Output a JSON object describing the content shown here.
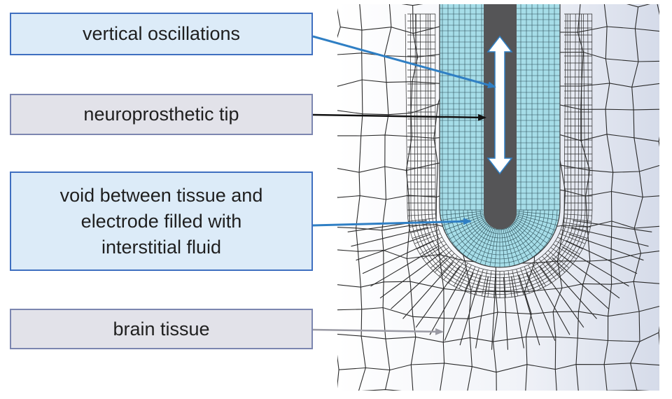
{
  "labels": {
    "oscillations": "vertical oscillations",
    "tip": "neuroprosthetic tip",
    "void": "void between tissue and\nelectrode filled with\ninterstitial fluid",
    "tissue": "brain tissue"
  },
  "colors": {
    "arrow_blue": "#2f7fc4",
    "arrow_black": "#111111",
    "arrow_grey": "#9a9aa4",
    "fluid_cyan": "#a6dde8",
    "electrode_grey": "#555557",
    "mesh_line": "#2a2a2a"
  },
  "icons": [
    "double-headed-vertical-arrow-icon"
  ]
}
